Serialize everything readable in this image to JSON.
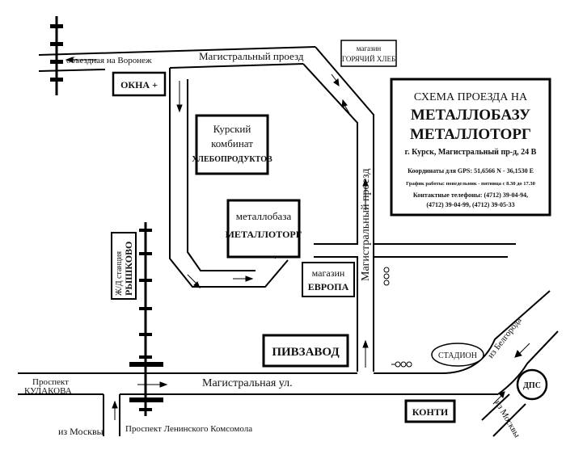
{
  "title_box": {
    "line1": "СХЕМА ПРОЕЗДА НА",
    "line2": "МЕТАЛЛОБАЗУ",
    "line3": "МЕТАЛЛОТОРГ",
    "address": "г. Курск, Магистральный пр-д, 24 В",
    "gps": "Координаты для GPS: 51,6566 N - 36,1530 E",
    "schedule": "График работы: понедельник - пятница с 8.30 до 17.30",
    "phones1": "Контактные телефоны: (4712) 39-04-94,",
    "phones2": "(4712) 39-04-99, (4712) 39-05-33"
  },
  "roads": {
    "voronezh_bypass": "объездная на Воронеж",
    "magistralny_proezd_top": "Магистральный проезд",
    "magistralny_proezd_vertical": "Магистральный проезд",
    "magistralnaya_ul": "Магистральная ул.",
    "kulakova_line1": "Проспект",
    "kulakova_line2": "КУЛАКОВА",
    "leninsky_komsomol": "Проспект Ленинского Комсомола",
    "from_moscow": "из Москвы",
    "from_belgorod": "из Белгорода",
    "to_moscow": "из Москвы"
  },
  "places": {
    "okna": "ОКНА +",
    "hleb_line1": "магазин",
    "hleb_line2": "ГОРЯЧИЙ ХЛЕБ",
    "kombinat_line1": "Курский",
    "kombinat_line2": "комбинат",
    "kombinat_line3": "ХЛЕБОПРОДУКТОВ",
    "metallobaza_line1": "металлобаза",
    "metallobaza_line2": "МЕТАЛЛОТОРГ",
    "evropa_line1": "магазин",
    "evropa_line2": "ЕВРОПА",
    "pivzavod": "ПИВЗАВОД",
    "stadion": "СТАДИОН",
    "konti": "КОНТИ",
    "dps": "ДПС",
    "station_line1": "Ж/Д станция",
    "station_line2": "РЫШКОВО"
  }
}
